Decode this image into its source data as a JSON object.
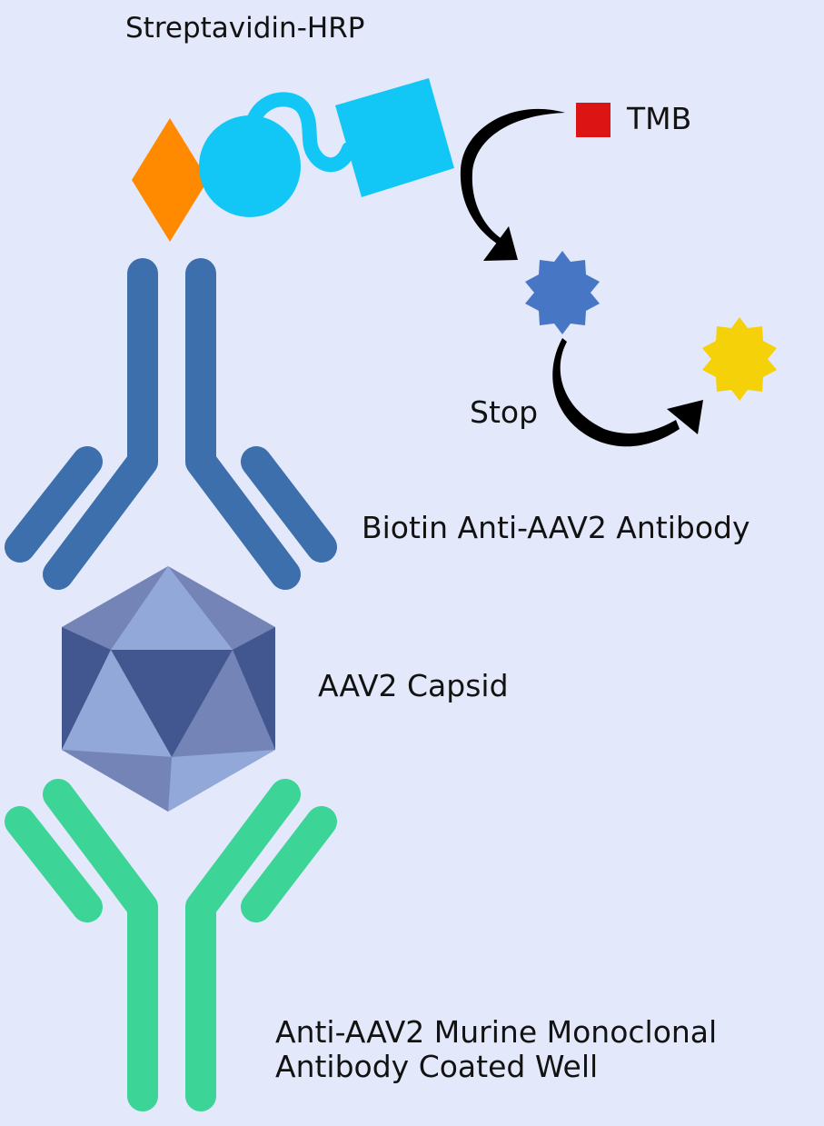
{
  "labels": {
    "streptavidin_hrp": "Streptavidin-HRP",
    "tmb": "TMB",
    "stop": "Stop",
    "biotin_antibody": "Biotin Anti-AAV2 Antibody",
    "capsid": "AAV2 Capsid",
    "coated_well_line1": "Anti-AAV2 Murine Monoclonal",
    "coated_well_line2": "Antibody Coated Well"
  },
  "colors": {
    "background": "#e3e9fa",
    "biotin": "#ff8a00",
    "streptavidin_hrp": "#12c6f5",
    "tmb": "#dd1414",
    "oxidized_product": "#4777c4",
    "stopped_product": "#f5d10a",
    "detection_antibody": "#3d6fad",
    "capsid_light": "#92a8d8",
    "capsid_mid": "#7584b7",
    "capsid_dark": "#42578f",
    "capture_antibody": "#3dd497",
    "arrow": "#000000"
  }
}
